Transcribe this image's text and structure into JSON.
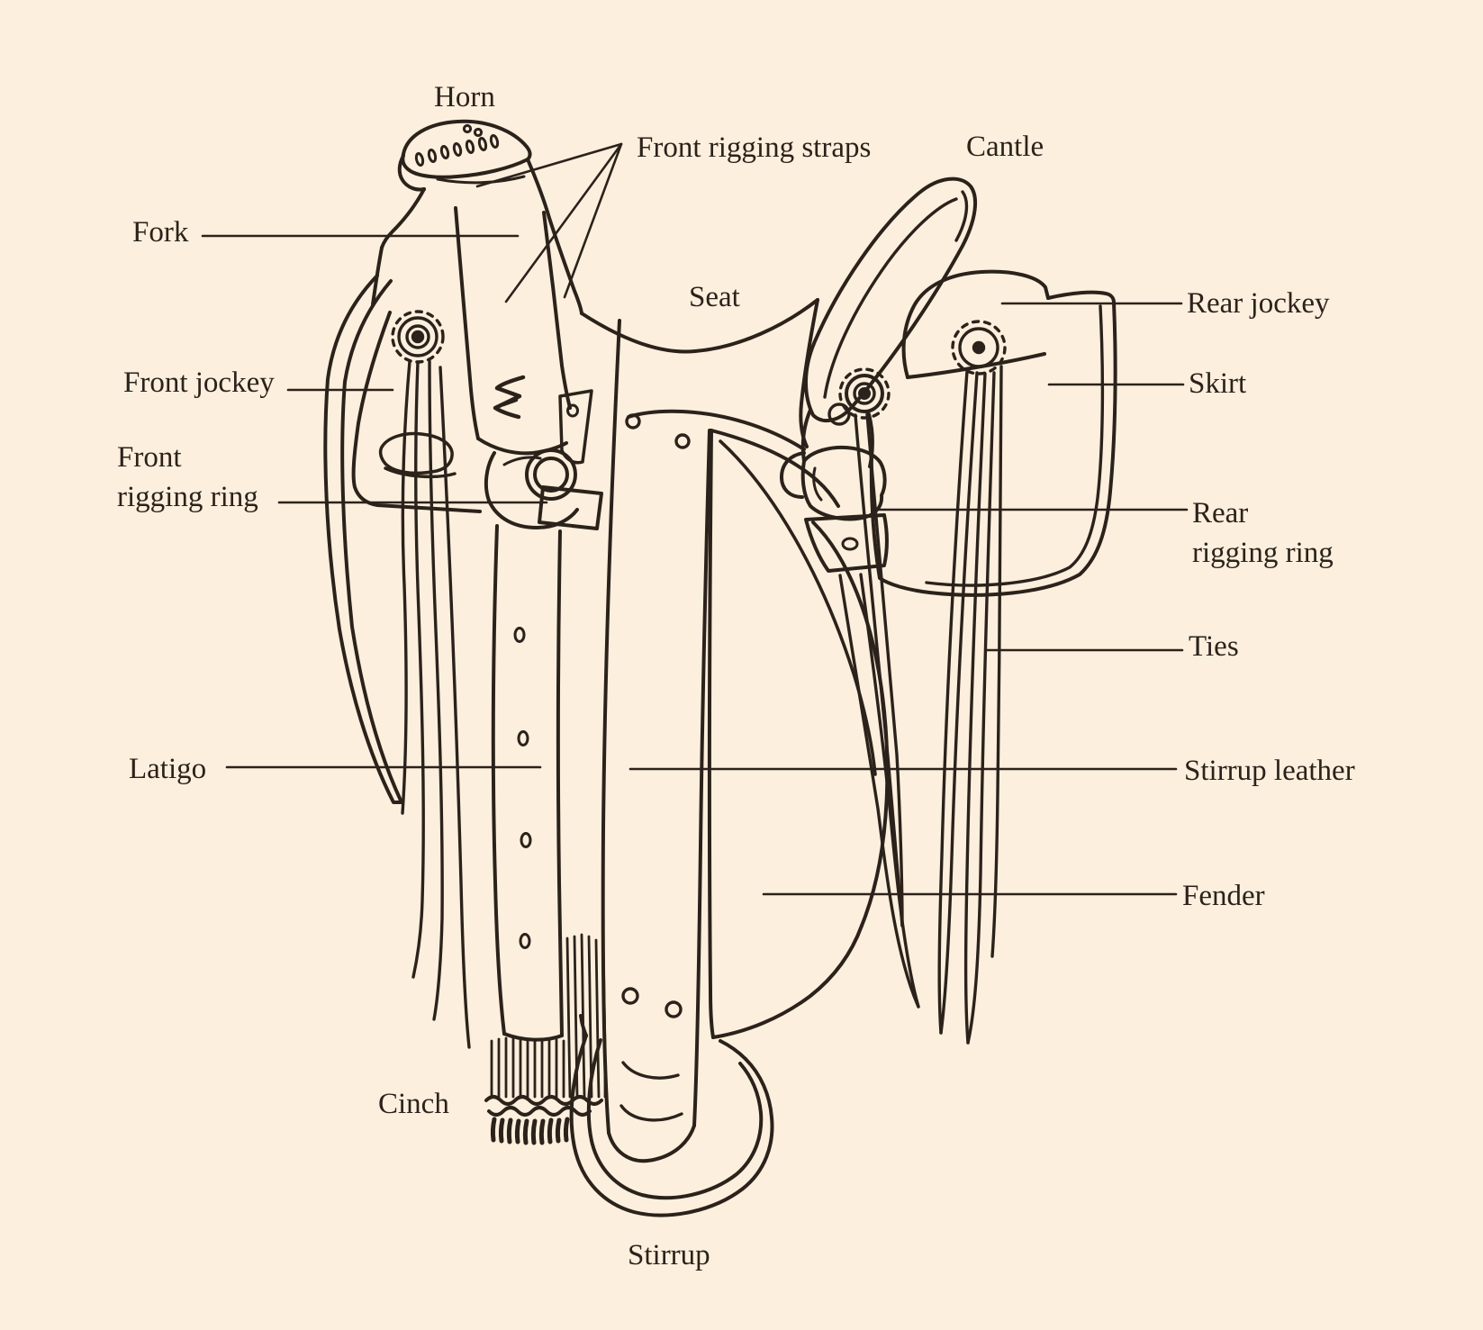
{
  "palette": {
    "background": "#fcefdd",
    "ink": "#2b221b"
  },
  "labels": {
    "horn": "Horn",
    "front_rigging_straps": "Front rigging straps",
    "cantle": "Cantle",
    "fork": "Fork",
    "seat": "Seat",
    "rear_jockey": "Rear jockey",
    "front_jockey": "Front jockey",
    "skirt": "Skirt",
    "front_rigging_ring_line1": "Front",
    "front_rigging_ring_line2": "rigging ring",
    "rear_rigging_ring_line1": "Rear",
    "rear_rigging_ring_line2": "rigging ring",
    "ties": "Ties",
    "latigo": "Latigo",
    "stirrup_leather": "Stirrup leather",
    "fender": "Fender",
    "cinch": "Cinch",
    "stirrup": "Stirrup"
  }
}
